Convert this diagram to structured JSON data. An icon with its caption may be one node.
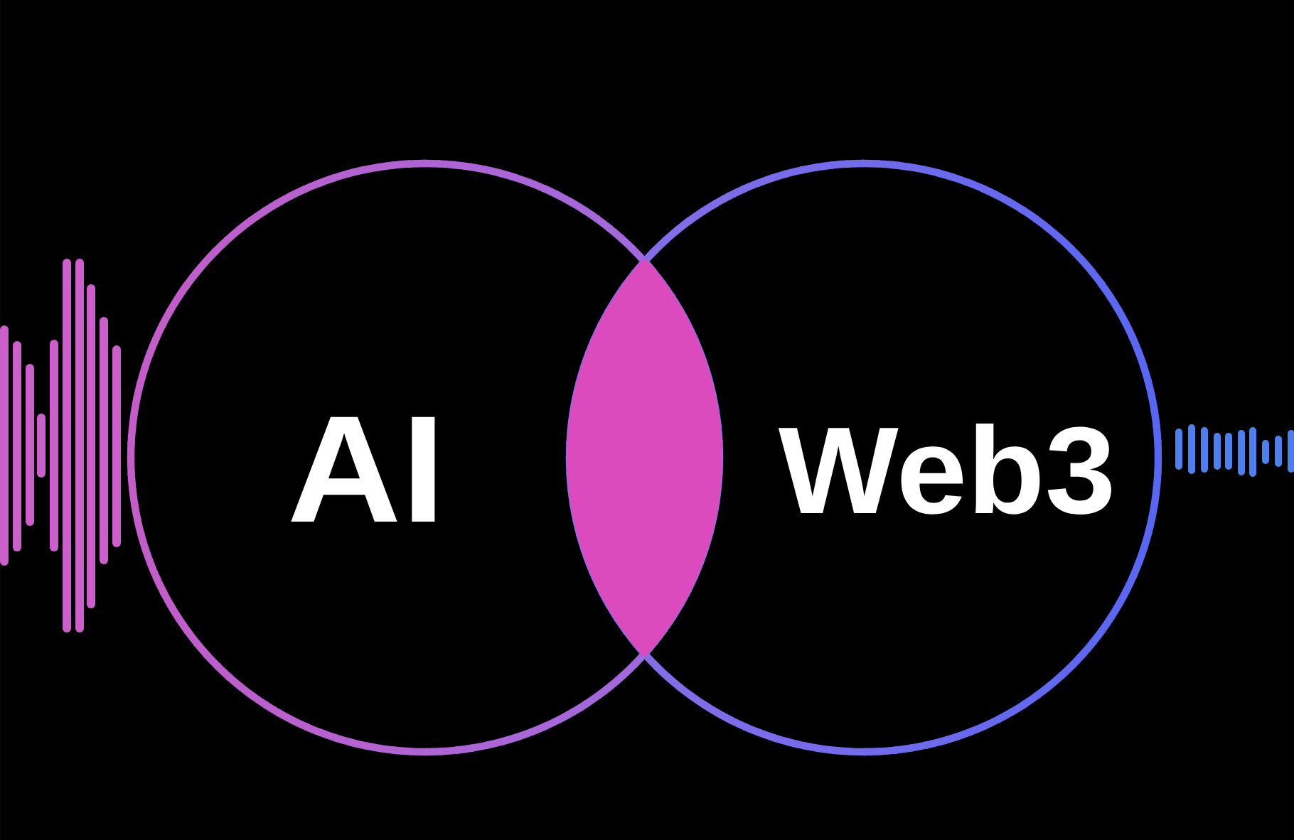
{
  "diagram": {
    "nodes": [
      {
        "text": [
          "AI"
        ]
      },
      {
        "text": [],
        "shape": "lens"
      },
      {
        "text": [
          "Web3"
        ]
      }
    ]
  }
}
